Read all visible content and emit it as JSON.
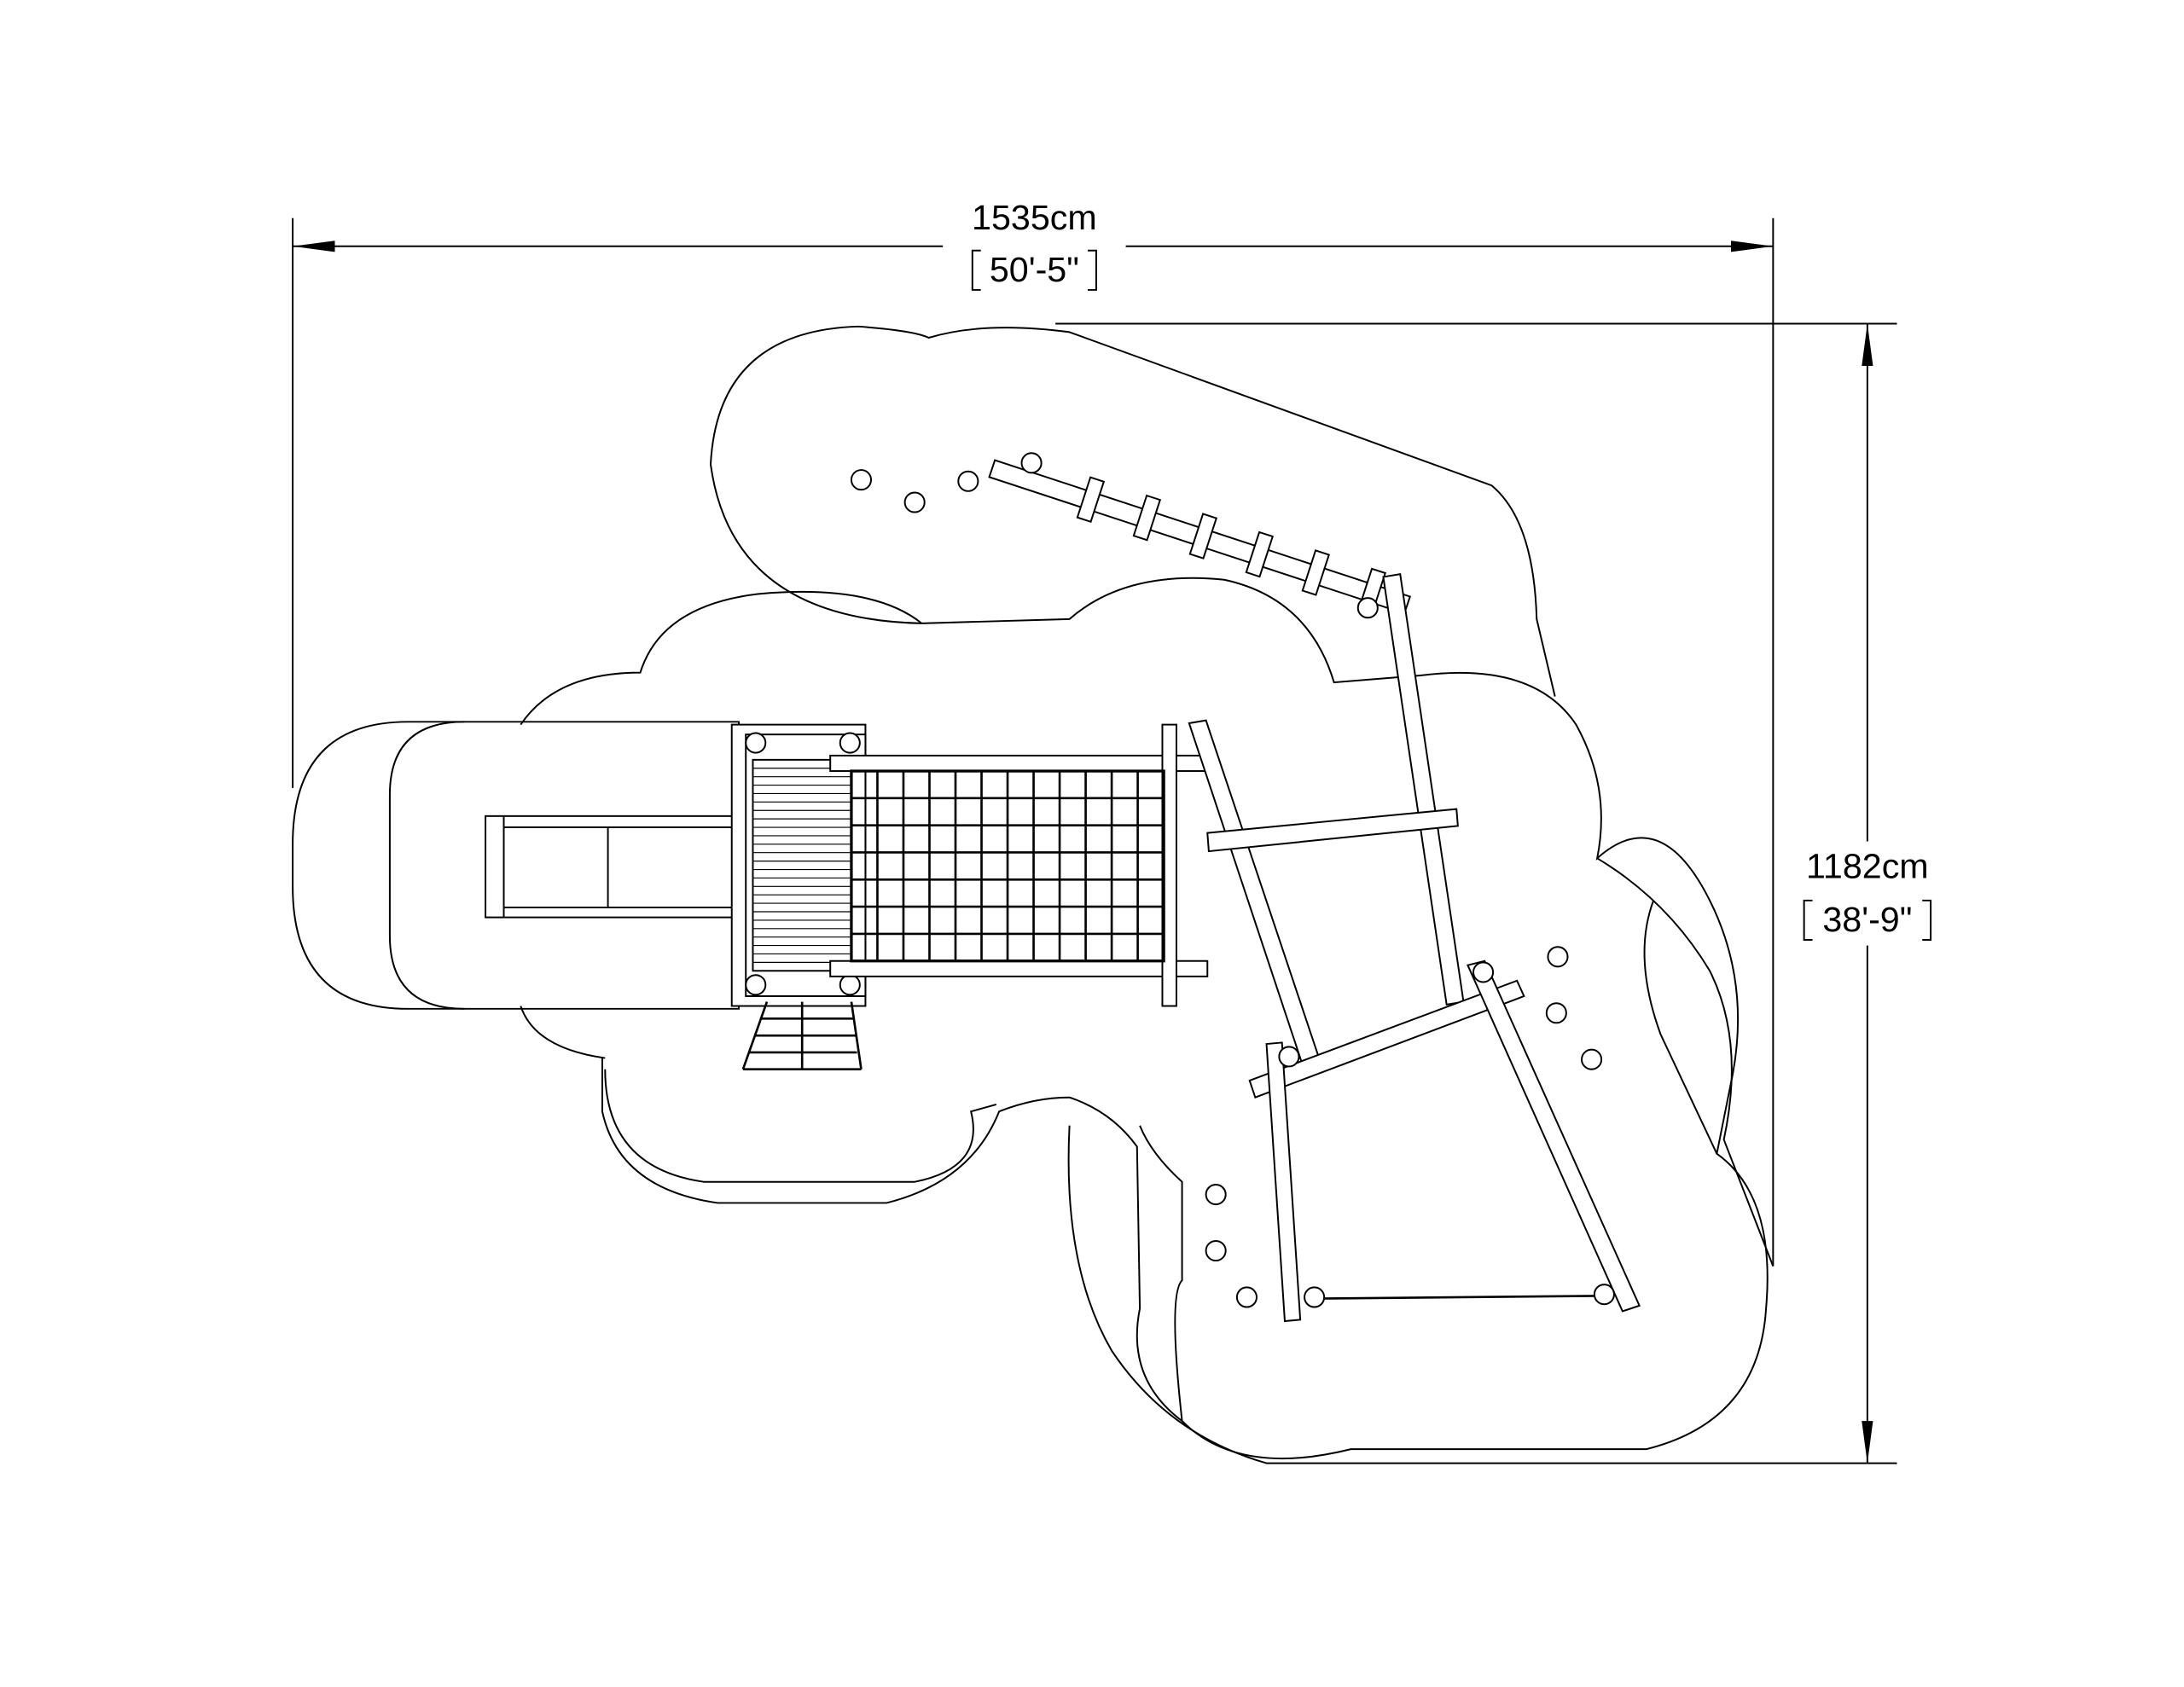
{
  "drawing": {
    "width_dimension": {
      "metric": "1535cm",
      "imperial": "50'-5\""
    },
    "height_dimension": {
      "metric": "1182cm",
      "imperial": "38'-9\""
    }
  }
}
